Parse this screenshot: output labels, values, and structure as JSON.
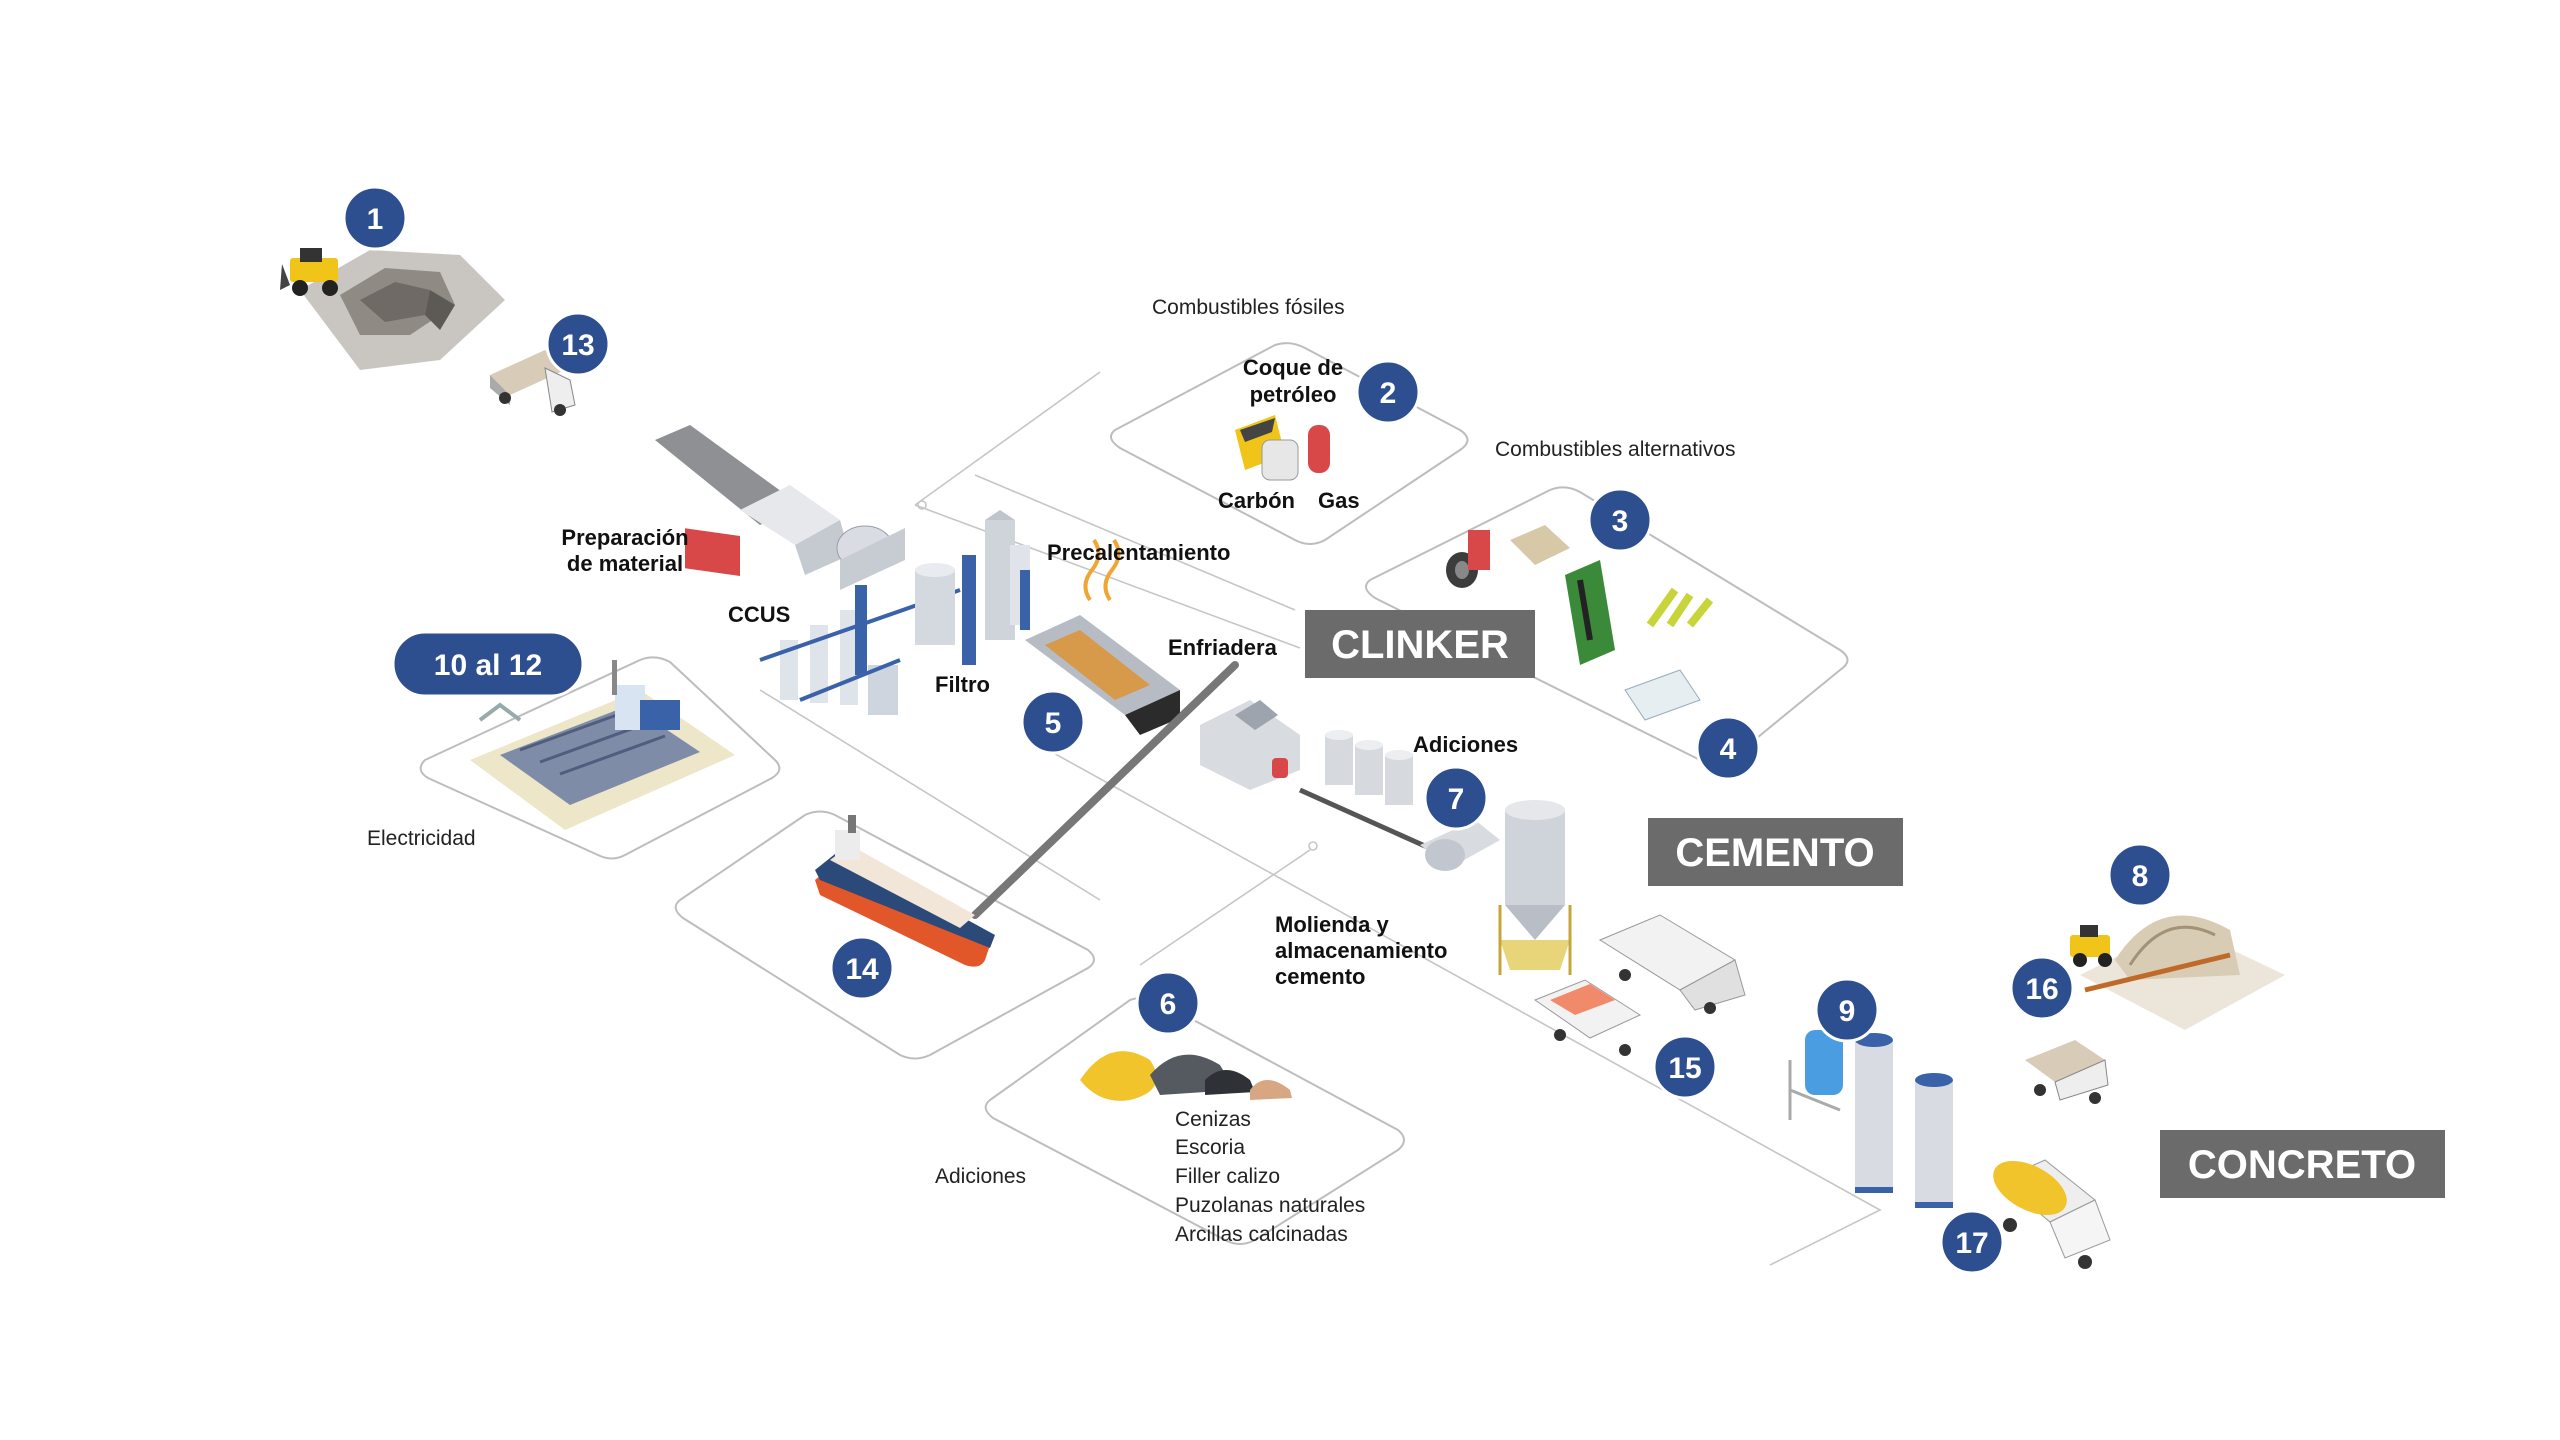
{
  "colors": {
    "badge": "#2e4f8f",
    "stage_banner": "#6b6b6b",
    "outline": "#b9b9b9"
  },
  "stages": {
    "clinker": "CLINKER",
    "cemento": "CEMENTO",
    "concreto": "CONCRETO"
  },
  "badges": {
    "b1": "1",
    "b2": "2",
    "b3": "3",
    "b4": "4",
    "b5": "5",
    "b6": "6",
    "b7": "7",
    "b8": "8",
    "b9": "9",
    "b10": "10 al 12",
    "b13": "13",
    "b14": "14",
    "b15": "15",
    "b16": "16",
    "b17": "17"
  },
  "labels": {
    "combustibles_fosiles": "Combustibles fósiles",
    "coque_1": "Coque de",
    "coque_2": "petróleo",
    "carbon": "Carbón",
    "gas": "Gas",
    "combustibles_alternativos": "Combustibles alternativos",
    "preparacion_1": "Preparación",
    "preparacion_2": "de material",
    "ccus": "CCUS",
    "precalentamiento": "Precalentamiento",
    "enfriadera": "Enfriadera",
    "filtro": "Filtro",
    "electricidad": "Electricidad",
    "adiciones_top": "Adiciones",
    "molienda_1": "Molienda y",
    "molienda_2": "almacenamiento",
    "molienda_3": "cemento",
    "adiciones_bottom": "Adiciones",
    "adiciones_list": [
      "Cenizas",
      "Escoria",
      "Filler calizo",
      "Puzolanas naturales",
      "Arcillas calcinadas"
    ]
  }
}
